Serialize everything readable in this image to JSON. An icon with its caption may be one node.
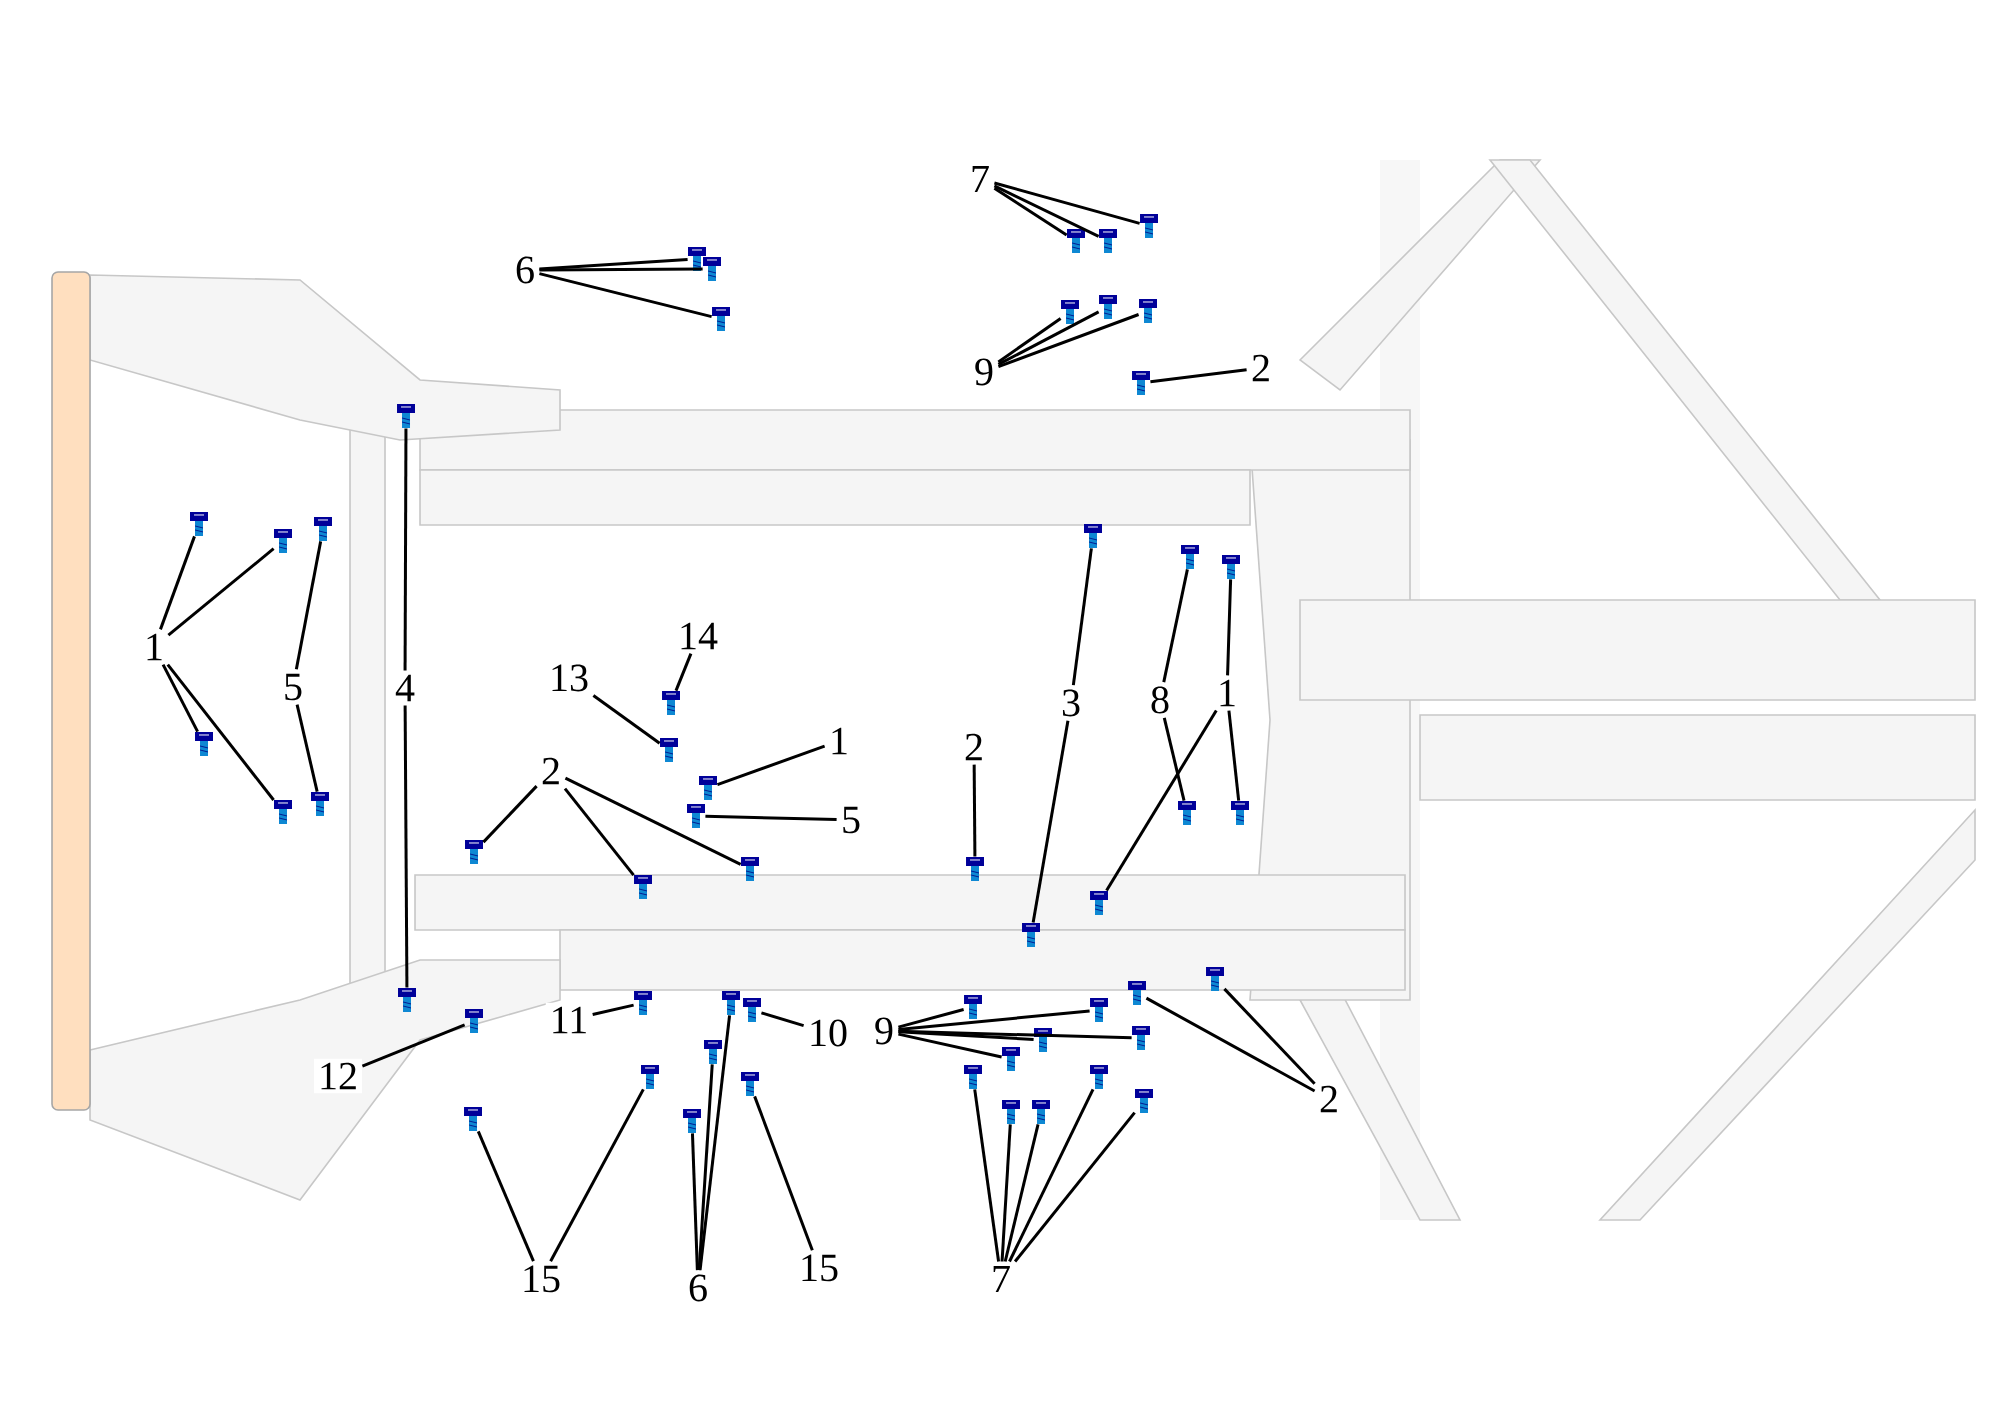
{
  "diagram": {
    "nodes": [
      {
        "text": [
          "7"
        ]
      },
      {
        "text": [
          "6"
        ]
      },
      {
        "text": [
          "9"
        ]
      },
      {
        "text": [
          "2"
        ]
      },
      {
        "text": [
          "1"
        ]
      },
      {
        "text": [
          "5"
        ]
      },
      {
        "text": [
          "4"
        ]
      },
      {
        "text": [
          "14"
        ]
      },
      {
        "text": [
          "13"
        ]
      },
      {
        "text": [
          "1"
        ]
      },
      {
        "text": [
          "5"
        ]
      },
      {
        "text": [
          "2"
        ]
      },
      {
        "text": [
          "2"
        ]
      },
      {
        "text": [
          "3"
        ]
      },
      {
        "text": [
          "8"
        ]
      },
      {
        "text": [
          "1"
        ]
      },
      {
        "text": [
          "11"
        ]
      },
      {
        "text": [
          "10"
        ]
      },
      {
        "text": [
          "12"
        ]
      },
      {
        "text": [
          "9"
        ]
      },
      {
        "text": [
          "2"
        ]
      },
      {
        "text": [
          "15"
        ]
      },
      {
        "text": [
          "6"
        ]
      },
      {
        "text": [
          "15"
        ]
      },
      {
        "text": [
          "7"
        ]
      },
      {
        "text": [],
        "shape": "picture"
      },
      {
        "text": [],
        "shape": "picture"
      },
      {
        "text": [],
        "shape": "picture"
      },
      {
        "text": [],
        "shape": "picture"
      },
      {
        "text": [],
        "shape": "picture"
      },
      {
        "text": [],
        "shape": "picture"
      },
      {
        "text": [],
        "shape": "picture"
      },
      {
        "text": [],
        "shape": "picture"
      },
      {
        "text": [],
        "shape": "picture"
      },
      {
        "text": [],
        "shape": "picture"
      },
      {
        "text": [],
        "shape": "picture"
      },
      {
        "text": [],
        "shape": "picture"
      },
      {
        "text": [],
        "shape": "picture"
      },
      {
        "text": [],
        "shape": "picture"
      },
      {
        "text": [],
        "shape": "picture"
      },
      {
        "text": [],
        "shape": "picture"
      },
      {
        "text": [],
        "shape": "picture"
      },
      {
        "text": [],
        "shape": "picture"
      },
      {
        "text": [],
        "shape": "picture"
      },
      {
        "text": [],
        "shape": "picture"
      },
      {
        "text": [],
        "shape": "picture"
      },
      {
        "text": [],
        "shape": "picture"
      },
      {
        "text": [],
        "shape": "picture"
      },
      {
        "text": [],
        "shape": "picture"
      },
      {
        "text": [],
        "shape": "picture"
      },
      {
        "text": [],
        "shape": "picture"
      },
      {
        "text": [],
        "shape": "picture"
      },
      {
        "text": [],
        "shape": "picture"
      },
      {
        "text": [],
        "shape": "picture"
      },
      {
        "text": [],
        "shape": "picture"
      },
      {
        "text": [],
        "shape": "picture"
      },
      {
        "text": [],
        "shape": "picture"
      },
      {
        "text": [],
        "shape": "picture"
      },
      {
        "text": [],
        "shape": "picture"
      },
      {
        "text": [],
        "shape": "picture"
      },
      {
        "text": [],
        "shape": "picture"
      },
      {
        "text": [],
        "shape": "picture"
      },
      {
        "text": [],
        "shape": "picture"
      },
      {
        "text": [],
        "shape": "picture"
      },
      {
        "text": [],
        "shape": "picture"
      },
      {
        "text": [],
        "shape": "picture"
      },
      {
        "text": [],
        "shape": "picture"
      },
      {
        "text": [],
        "shape": "picture"
      },
      {
        "text": [],
        "shape": "picture"
      },
      {
        "text": [],
        "shape": "picture"
      },
      {
        "text": [],
        "shape": "picture"
      },
      {
        "text": [],
        "shape": "picture"
      },
      {
        "text": [],
        "shape": "picture"
      },
      {
        "text": [],
        "shape": "picture"
      },
      {
        "text": [],
        "shape": "picture"
      },
      {
        "text": [],
        "shape": "picture"
      },
      {
        "text": [],
        "shape": "picture"
      },
      {
        "text": [],
        "shape": "picture"
      },
      {
        "text": [],
        "shape": "picture"
      }
    ],
    "edges": [
      {
        "from": 0,
        "to": 25,
        "arrow": "none"
      },
      {
        "from": 0,
        "to": 26,
        "arrow": "none"
      },
      {
        "from": 0,
        "to": 27,
        "arrow": "none"
      },
      {
        "from": 1,
        "to": 28,
        "arrow": "none"
      },
      {
        "from": 1,
        "to": 29,
        "arrow": "none"
      },
      {
        "from": 1,
        "to": 30,
        "arrow": "none"
      },
      {
        "from": 2,
        "to": 31,
        "arrow": "none"
      },
      {
        "from": 2,
        "to": 32,
        "arrow": "none"
      },
      {
        "from": 2,
        "to": 33,
        "arrow": "none"
      },
      {
        "from": 3,
        "to": 34,
        "arrow": "none"
      },
      {
        "from": 4,
        "to": 35,
        "arrow": "none"
      },
      {
        "from": 4,
        "to": 36,
        "arrow": "none"
      },
      {
        "from": 4,
        "to": 37,
        "arrow": "none"
      },
      {
        "from": 4,
        "to": 38,
        "arrow": "none"
      },
      {
        "from": 5,
        "to": 39,
        "arrow": "none"
      },
      {
        "from": 5,
        "to": 40,
        "arrow": "none"
      },
      {
        "from": 6,
        "to": 41,
        "arrow": "none"
      },
      {
        "from": 6,
        "to": 42,
        "arrow": "none"
      },
      {
        "from": 7,
        "to": 43,
        "arrow": "none"
      },
      {
        "from": 8,
        "to": 44,
        "arrow": "none"
      },
      {
        "from": 9,
        "to": 45,
        "arrow": "none"
      },
      {
        "from": 10,
        "to": 46,
        "arrow": "none"
      },
      {
        "from": 11,
        "to": 47,
        "arrow": "none"
      },
      {
        "from": 11,
        "to": 48,
        "arrow": "none"
      },
      {
        "from": 11,
        "to": 49,
        "arrow": "none"
      },
      {
        "from": 12,
        "to": 50,
        "arrow": "none"
      },
      {
        "from": 13,
        "to": 51,
        "arrow": "none"
      },
      {
        "from": 13,
        "to": 52,
        "arrow": "none"
      },
      {
        "from": 14,
        "to": 53,
        "arrow": "none"
      },
      {
        "from": 14,
        "to": 54,
        "arrow": "none"
      },
      {
        "from": 15,
        "to": 55,
        "arrow": "none"
      },
      {
        "from": 15,
        "to": 56,
        "arrow": "none"
      },
      {
        "from": 15,
        "to": 57,
        "arrow": "none"
      },
      {
        "from": 16,
        "to": 58,
        "arrow": "none"
      },
      {
        "from": 17,
        "to": 59,
        "arrow": "none"
      },
      {
        "from": 18,
        "to": 60,
        "arrow": "none"
      },
      {
        "from": 19,
        "to": 61,
        "arrow": "none"
      },
      {
        "from": 19,
        "to": 62,
        "arrow": "none"
      },
      {
        "from": 19,
        "to": 63,
        "arrow": "none"
      },
      {
        "from": 19,
        "to": 64,
        "arrow": "none"
      },
      {
        "from": 19,
        "to": 65,
        "arrow": "none"
      },
      {
        "from": 20,
        "to": 66,
        "arrow": "none"
      },
      {
        "from": 20,
        "to": 67,
        "arrow": "none"
      },
      {
        "from": 21,
        "to": 68,
        "arrow": "none"
      },
      {
        "from": 21,
        "to": 69,
        "arrow": "none"
      },
      {
        "from": 22,
        "to": 70,
        "arrow": "none"
      },
      {
        "from": 22,
        "to": 71,
        "arrow": "none"
      },
      {
        "from": 22,
        "to": 72,
        "arrow": "none"
      },
      {
        "from": 23,
        "to": 73,
        "arrow": "none"
      },
      {
        "from": 24,
        "to": 74,
        "arrow": "none"
      },
      {
        "from": 24,
        "to": 75,
        "arrow": "none"
      },
      {
        "from": 24,
        "to": 76,
        "arrow": "none"
      },
      {
        "from": 24,
        "to": 77,
        "arrow": "none"
      },
      {
        "from": 24,
        "to": 78,
        "arrow": "none"
      }
    ]
  }
}
